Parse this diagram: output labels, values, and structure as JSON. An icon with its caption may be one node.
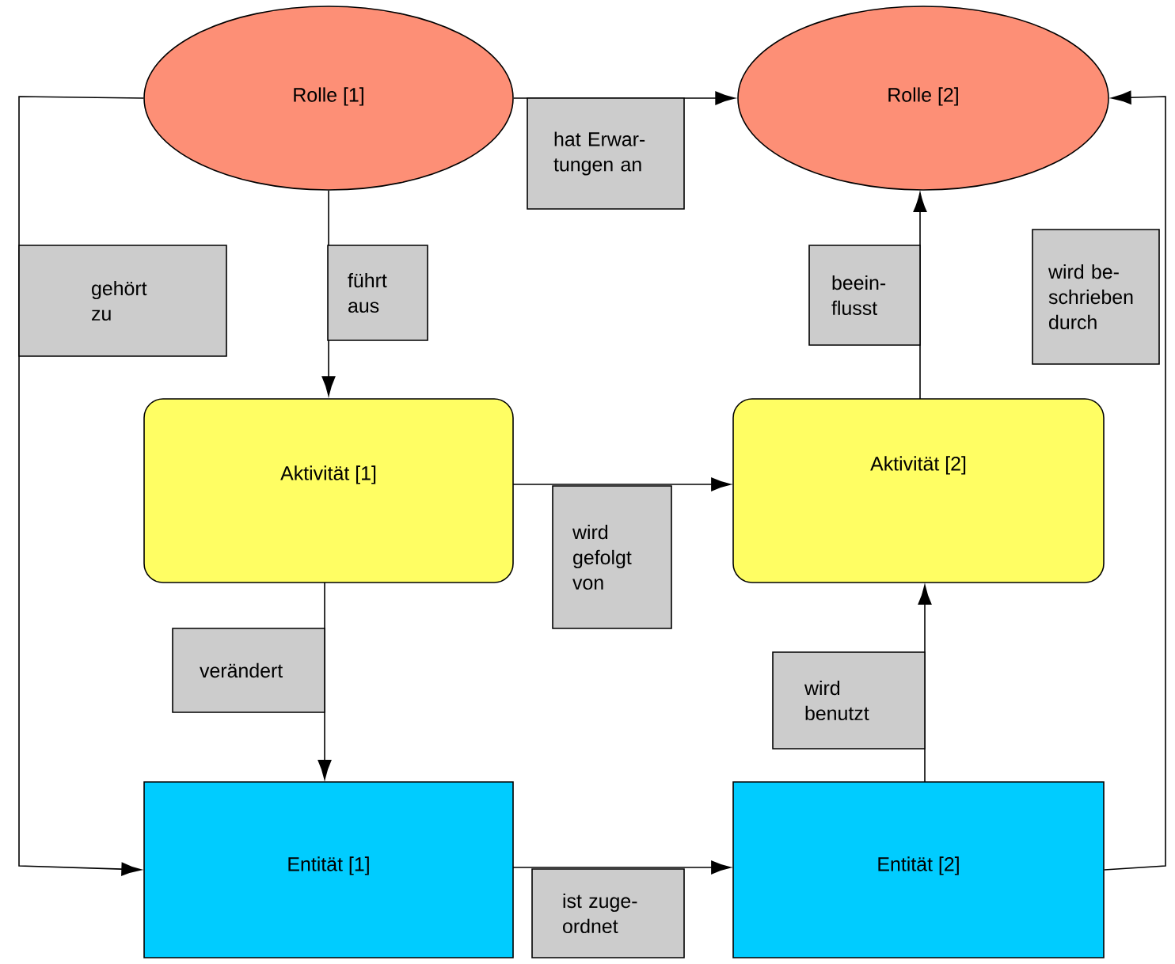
{
  "diagram": {
    "nodes": [
      {
        "text": [
          "Rolle [1]"
        ]
      },
      {
        "text": [
          "Rolle [2]"
        ]
      },
      {
        "text": [
          "Aktivität [1]"
        ]
      },
      {
        "text": [
          "Aktivität [2]"
        ]
      },
      {
        "text": [
          "Entität [1]"
        ]
      },
      {
        "text": [
          "Entität [2]"
        ]
      }
    ],
    "edges": [
      {
        "from": 0,
        "to": 2,
        "arrow": "to",
        "label": "führt aus"
      },
      {
        "from": 0,
        "to": 1,
        "arrow": "to",
        "label": "hat Erwar- tungen an"
      },
      {
        "from": 0,
        "to": 4,
        "arrow": "to",
        "label": "gehört zu"
      },
      {
        "from": 2,
        "to": 3,
        "arrow": "to",
        "label": "wird gefolgt von"
      },
      {
        "from": 2,
        "to": 4,
        "arrow": "to",
        "label": "verändert"
      },
      {
        "from": 3,
        "to": 1,
        "arrow": "to",
        "label": "beein- flusst"
      },
      {
        "from": 5,
        "to": 3,
        "arrow": "to",
        "label": "wird benutzt"
      },
      {
        "from": 4,
        "to": 5,
        "arrow": "to",
        "label": "ist zuge- ordnet"
      },
      {
        "from": 5,
        "to": 1,
        "arrow": "to",
        "label": "wird be- schrieben durch"
      }
    ]
  }
}
